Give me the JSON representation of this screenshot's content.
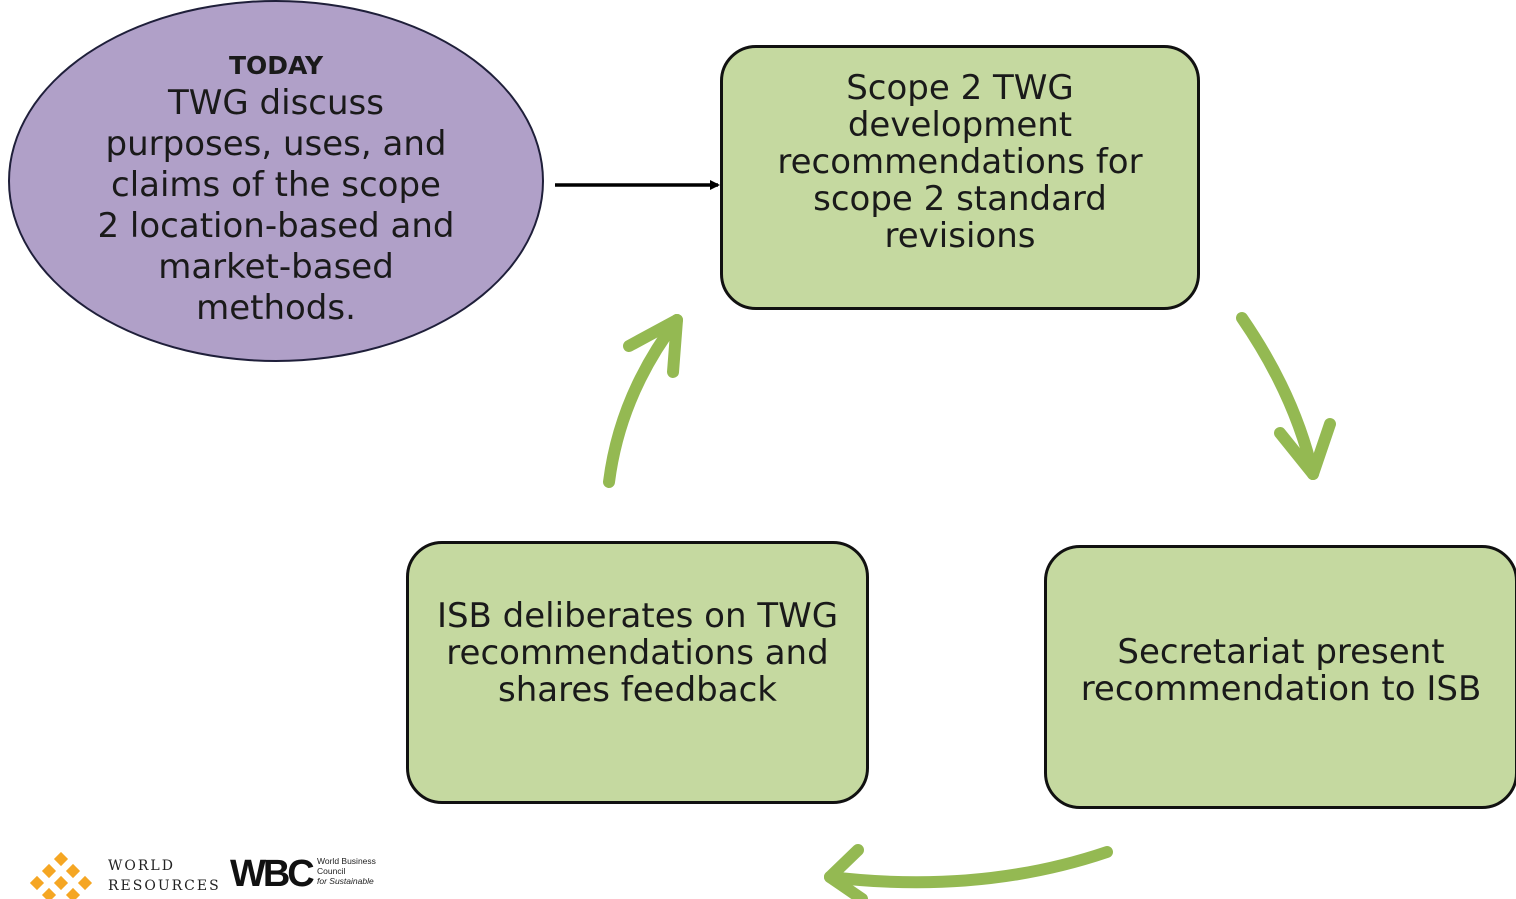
{
  "today": {
    "heading": "TODAY",
    "text": "TWG discuss purposes, uses, and claims of the scope 2 location-based and market-based methods."
  },
  "steps": [
    {
      "text": "Scope 2 TWG development recommendations for scope 2 standard revisions"
    },
    {
      "text": "Secretariat present recommendation to ISB"
    },
    {
      "text": "ISB deliberates on TWG recommendations and shares feedback"
    }
  ],
  "logos": {
    "wri": {
      "line1": "WORLD",
      "line2": "RESOURCES"
    },
    "wbcsd": {
      "mark": "WBC",
      "line1": "World Business",
      "line2": "Council",
      "line3": "for Sustainable"
    }
  },
  "colors": {
    "oval_fill": "#b0a0c8",
    "box_fill": "#c5d9a0",
    "cycle_arrow": "#94b952",
    "wri_orange": "#f5a623"
  }
}
